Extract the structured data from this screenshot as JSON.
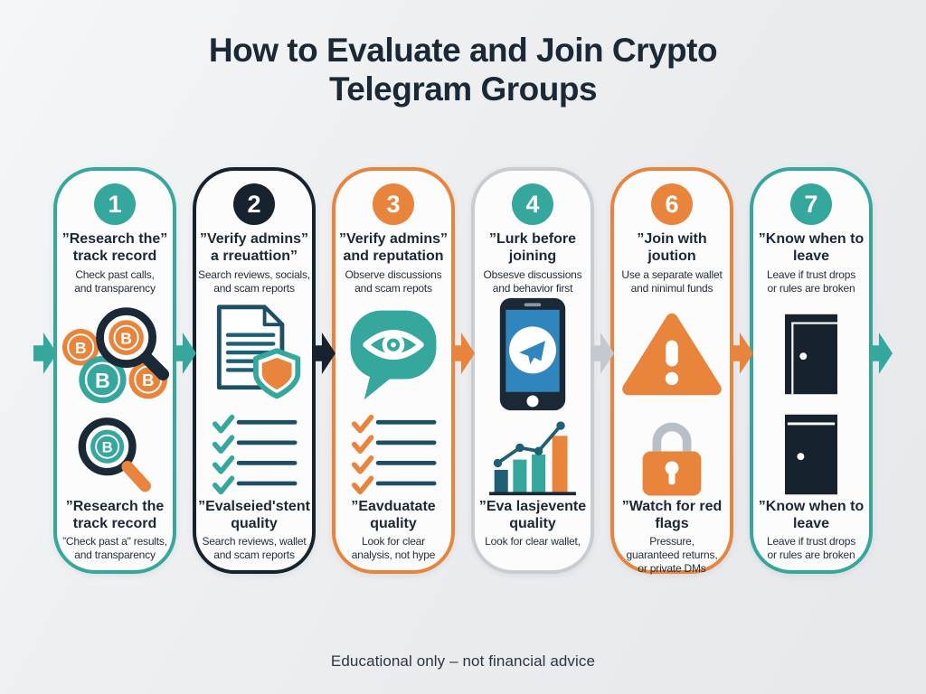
{
  "page": {
    "title": "How to Evaluate and Join Crypto\nTelegram Groups",
    "footer": "Educational only – not financial advice"
  },
  "colors": {
    "teal": "#35A79C",
    "navy": "#16222E",
    "orange": "#E8843B",
    "gray_border": "#C7CDD3",
    "background": "#ECEEF0",
    "card_background": "#FCFCFC",
    "text_dark": "#1B2836"
  },
  "arrows": {
    "colors": [
      "teal",
      "teal",
      "navy",
      "orange",
      "gray",
      "orange",
      "teal"
    ]
  },
  "cards": [
    {
      "number": "1",
      "accent": "teal",
      "top_title": "”Research the”\ntrack record",
      "top_subtitle": "Check past calls,\nand transparency",
      "icons": {
        "top": "bitcoin-search-icon",
        "bottom": "bitcoin-magnifier-icon"
      },
      "bottom_title": "”Research the\ntrack record",
      "bottom_subtitle": "”Check past a\" results,\nand transparency"
    },
    {
      "number": "2",
      "accent": "navy",
      "top_title": "”Verify admins”\na rreuattion”",
      "top_subtitle": "Search reviews, socials,\nand scam reports",
      "icons": {
        "top": "document-shield-icon",
        "bottom": "checklist-icon"
      },
      "bottom_title": "”Evalseied'stent\nquality",
      "bottom_subtitle": "Search reviews, wallet\nand scam reports"
    },
    {
      "number": "3",
      "accent": "orange",
      "top_title": "”Verify admins”\nand reputation",
      "top_subtitle": "Observe discussions\nand scam repots",
      "icons": {
        "top": "eye-speech-bubble-icon",
        "bottom": "checklist-icon"
      },
      "bottom_title": "”Eavduatate\nquality",
      "bottom_subtitle": "Look for clear\nanalysis, not hype"
    },
    {
      "number": "4",
      "accent": "teal",
      "border": "gray",
      "top_title": "”Lurk before\njoining",
      "top_subtitle": "Obsesve discussions\nand behavior first",
      "icons": {
        "top": "telegram-phone-icon",
        "bottom": "growth-chart-icon"
      },
      "bottom_title": "”Eva lasjevente\nquality",
      "bottom_subtitle": "Look for clear wallet,"
    },
    {
      "number": "6",
      "accent": "orange",
      "top_title": "”Join with\njoution",
      "top_subtitle": "Use a separate wallet\nand ninimul funds",
      "icons": {
        "top": "warning-triangle-icon",
        "bottom": "padlock-icon"
      },
      "bottom_title": "”Watch for red\nflags",
      "bottom_subtitle": "Pressure,\nguaranteed returns,\nor private DMs"
    },
    {
      "number": "7",
      "accent": "teal",
      "top_title": "”Know when to\nleave",
      "top_subtitle": "Leave if trust drops\nor rules are broken",
      "icons": {
        "top": "open-door-icon",
        "bottom": "closed-door-icon"
      },
      "bottom_title": "”Know when to\nleave",
      "bottom_subtitle": "Leave if trust drops\nor rules are broken"
    }
  ]
}
